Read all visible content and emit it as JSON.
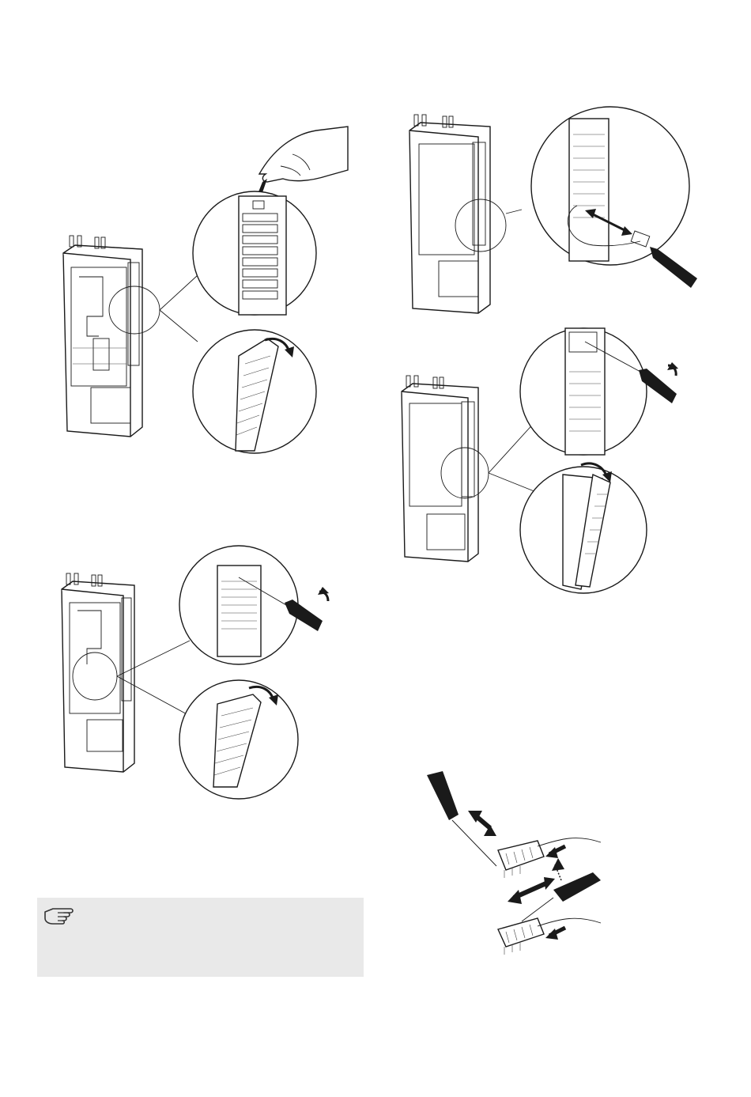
{
  "page": {
    "background": "#ffffff",
    "line_color": "#1a1a1a"
  },
  "figures": [
    {
      "id": "fig-1",
      "description_icon": "push-latch-remove-cover"
    },
    {
      "id": "fig-2",
      "description_icon": "unscrew-remove-cover"
    },
    {
      "id": "fig-3",
      "description_icon": "disconnect-cable"
    },
    {
      "id": "fig-4",
      "description_icon": "unscrew-remove-card-cover"
    },
    {
      "id": "fig-5",
      "description_icon": "terminal-block-connection"
    }
  ],
  "note": {
    "icon": "pointing-hand-icon",
    "background": "#e9e9e9",
    "text": ""
  }
}
